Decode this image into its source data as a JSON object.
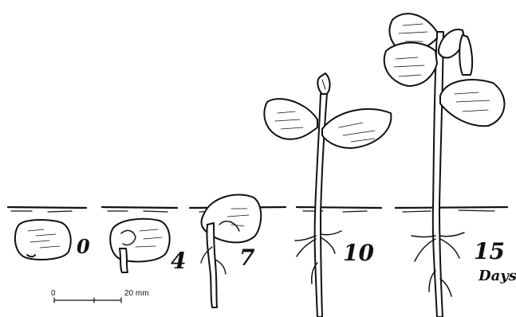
{
  "stage_labels": [
    "0",
    "4",
    "7",
    "10",
    "15"
  ],
  "days_label": "Days",
  "scale_bar": {
    "start_label": "0",
    "end_label": "20 mm"
  }
}
